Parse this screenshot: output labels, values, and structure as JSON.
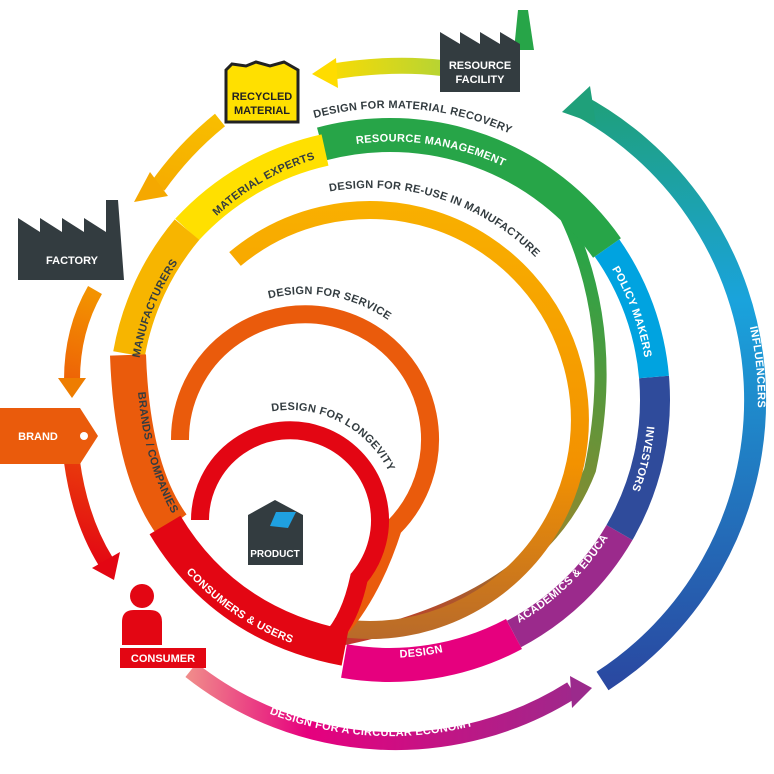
{
  "nodes": {
    "resource_facility": {
      "line1": "RESOURCE",
      "line2": "FACILITY"
    },
    "recycled_material": {
      "line1": "RECYCLED",
      "line2": "MATERIAL"
    },
    "factory": "FACTORY",
    "brand": "BRAND",
    "consumer": "CONSUMER",
    "product": "PRODUCT"
  },
  "rings": {
    "material_recovery": "DESIGN FOR MATERIAL RECOVERY",
    "reuse_in_manufacture": "DESIGN FOR RE-USE IN MANUFACTURE",
    "service": "DESIGN FOR SERVICE",
    "longevity": "DESIGN FOR LONGEVITY",
    "circular_economy": "DESIGN FOR A CIRCULAR ECONOMY"
  },
  "stakeholders": {
    "resource_management": "RESOURCE MANAGEMENT",
    "material_experts": "MATERIAL EXPERTS",
    "manufacturers": "MANUFACTURERS",
    "brands_companies": "BRANDS / COMPANIES",
    "consumers_users": "CONSUMERS & USERS",
    "policy_makers": "POLICY MAKERS",
    "investors": "INVESTORS",
    "academics": "ACADEMICS & EDUCATION",
    "design": "DESIGN",
    "influencers": "INFLUENCERS"
  },
  "colors": {
    "dark": "#333c40",
    "yellow": "#ffe000",
    "orange": "#f39200",
    "red": "#e30613",
    "green": "#27a548",
    "cyan": "#00a3e0",
    "navy": "#2f4b9b",
    "purple": "#9b2a8c",
    "pink": "#e6007e",
    "blue": "#1e7fd0"
  }
}
